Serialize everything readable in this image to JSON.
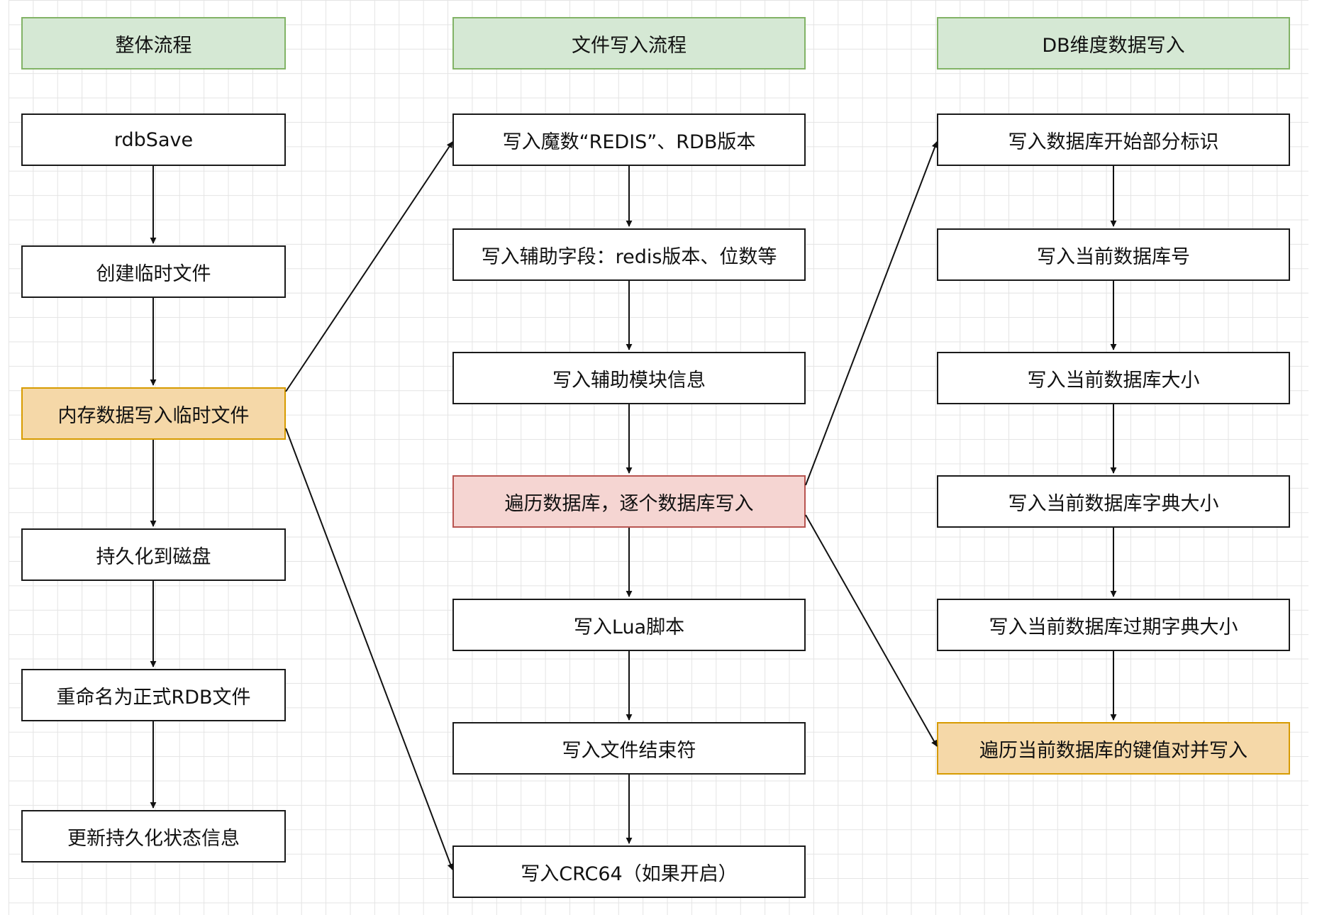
{
  "columns": [
    {
      "header": "整体流程",
      "steps": [
        "rdbSave",
        "创建临时文件",
        "内存数据写入临时文件",
        "持久化到磁盘",
        "重命名为正式RDB文件",
        "更新持久化状态信息"
      ]
    },
    {
      "header": "文件写入流程",
      "steps": [
        "写入魔数“REDIS”、RDB版本",
        "写入辅助字段：redis版本、位数等",
        "写入辅助模块信息",
        "遍历数据库，逐个数据库写入",
        "写入Lua脚本",
        "写入文件结束符",
        "写入CRC64（如果开启）"
      ]
    },
    {
      "header": "DB维度数据写入",
      "steps": [
        "写入数据库开始部分标识",
        "写入当前数据库号",
        "写入当前数据库大小",
        "写入当前数据库字典大小",
        "写入当前数据库过期字典大小",
        "遍历当前数据库的键值对并写入"
      ]
    }
  ],
  "colors": {
    "header_fill": "#d5e8d4",
    "header_border": "#82b366",
    "highlight_orange_fill": "#f5d8a8",
    "highlight_orange_border": "#d79b00",
    "highlight_red_fill": "#f5d5d2",
    "highlight_red_border": "#b85450",
    "box_border": "#1a1a1a",
    "arrow": "#111111"
  }
}
